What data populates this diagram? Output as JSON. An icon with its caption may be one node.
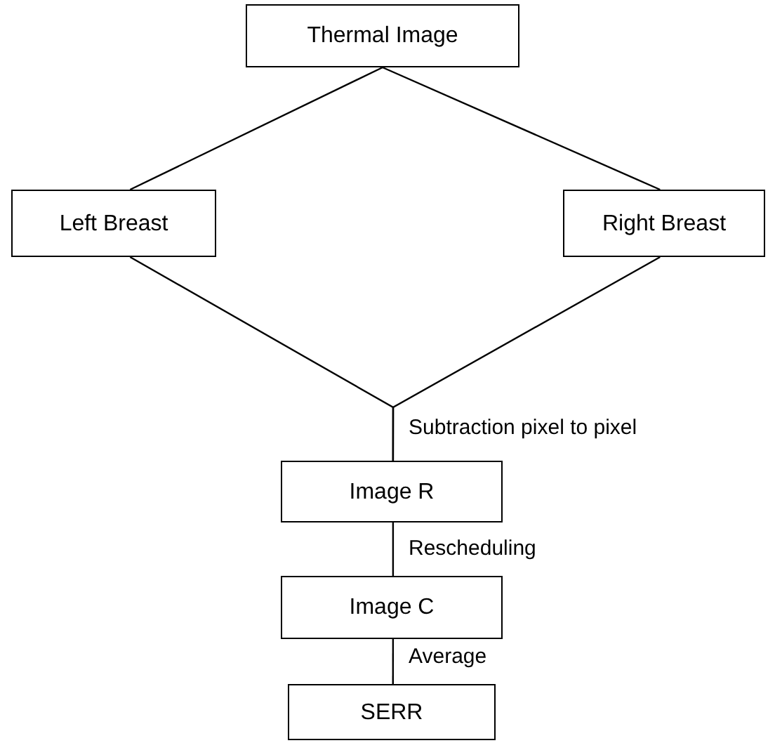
{
  "diagram": {
    "nodes": [
      {
        "text": [
          "Thermal Image"
        ]
      },
      {
        "text": [
          "Left Breast"
        ]
      },
      {
        "text": [
          "Right Breast"
        ]
      },
      {
        "text": [
          "Image R"
        ]
      },
      {
        "text": [
          "Image C"
        ]
      },
      {
        "text": [
          "SERR"
        ]
      }
    ],
    "edges": [
      {
        "from": 0,
        "to": 1,
        "arrow": "none"
      },
      {
        "from": 0,
        "to": 2,
        "arrow": "none"
      },
      {
        "from": 1,
        "to": 3,
        "arrow": "none",
        "label": "Subtraction pixel to pixel"
      },
      {
        "from": 2,
        "to": 3,
        "arrow": "none"
      },
      {
        "from": 3,
        "to": 4,
        "arrow": "none",
        "label": "Rescheduling"
      },
      {
        "from": 4,
        "to": 5,
        "arrow": "none",
        "label": "Average"
      }
    ]
  }
}
